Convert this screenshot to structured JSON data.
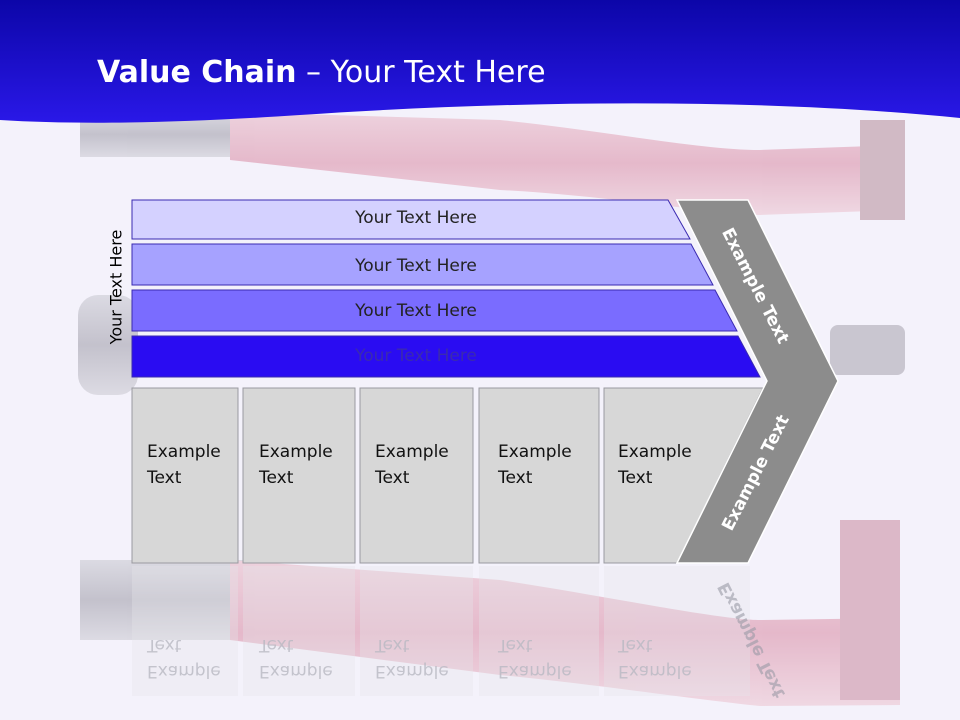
{
  "slide": {
    "title_bold": "Value Chain",
    "title_rest": " – Your Text Here",
    "side_label": "Your Text Here",
    "bars": [
      {
        "label": "Your Text Here",
        "color": "#d4d1ff"
      },
      {
        "label": "Your Text Here",
        "color": "#a6a2ff"
      },
      {
        "label": "Your Text Here",
        "color": "#7a6cff"
      },
      {
        "label": "Your Text Here",
        "color": "#2a0cf2"
      }
    ],
    "columns": [
      {
        "label": "Example\nText"
      },
      {
        "label": "Example\nText"
      },
      {
        "label": "Example\nText"
      },
      {
        "label": "Example\nText"
      },
      {
        "label": "Example\nText"
      }
    ],
    "chevron": {
      "top_label": "Example Text",
      "bottom_label": "Example Text",
      "color": "#8c8c8c"
    },
    "colors": {
      "header": "#1a0bd6",
      "column_fill": "#d7d7d7"
    }
  }
}
